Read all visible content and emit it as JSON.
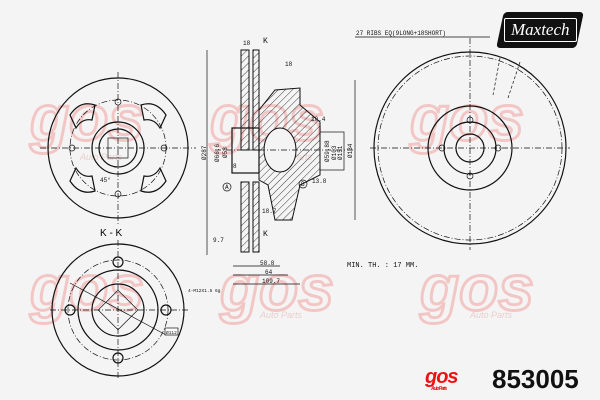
{
  "brand": {
    "logo_text": "Maxtech",
    "manufacturer_logo": "gos",
    "manufacturer_tagline": "Auto Parts"
  },
  "part_number": "853005",
  "watermark": {
    "text": "gos",
    "tagline": "Auto Parts"
  },
  "drawing": {
    "ribs_note": "27 RIBS EQ(9LONG+18SHORT)",
    "min_thickness": "MIN. TH. : 17 MM.",
    "section_label": "K - K",
    "section_mark_top": "K",
    "section_mark_bottom": "K",
    "angle": "45°",
    "thread_note": "4-M12X1.5 6g",
    "bolt_tag": "Ø112",
    "datum_a": "A",
    "datum_b": "B",
    "dims": {
      "width_top": "18",
      "hub_width": "18",
      "offset": "10.4",
      "outer_diameter": "Ø287",
      "d1": "Ø66.6",
      "d2": "Ø58",
      "d3": "8",
      "d4": "Ø59.88",
      "d5": "Ø103",
      "d6": "Ø151",
      "d7": "Ø134",
      "b_dim": "13.8",
      "inner": "18.7",
      "thick": "9.7",
      "h1": "58.8",
      "h2": "64",
      "h3": "109.7"
    }
  }
}
